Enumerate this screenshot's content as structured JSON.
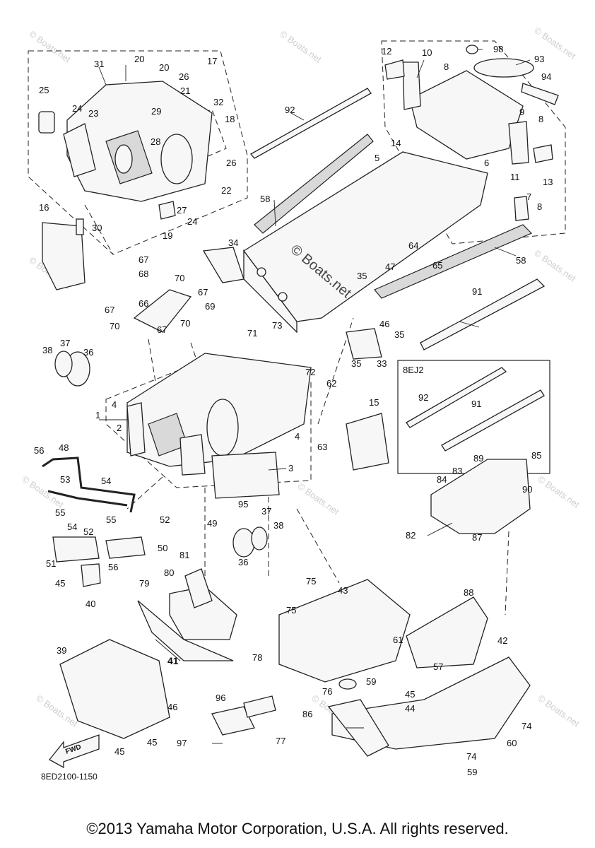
{
  "watermark": "© Boats.net",
  "center_watermark": "© Boats.net",
  "inset_label": "8EJ2",
  "fwd_label": "FWD",
  "diagram_code": "8ED2100-1150",
  "copyright": "©2013 Yamaha Motor Corporation, U.S.A. All rights reserved.",
  "labels": {
    "p1": "1",
    "p2": "2",
    "p3": "3",
    "p4a": "4",
    "p4b": "4",
    "p5": "5",
    "p6": "6",
    "p7": "7",
    "p8a": "8",
    "p8b": "8",
    "p8c": "8",
    "p9": "9",
    "p10": "10",
    "p11": "11",
    "p12": "12",
    "p13": "13",
    "p14": "14",
    "p15": "15",
    "p16": "16",
    "p17": "17",
    "p18": "18",
    "p19": "19",
    "p20a": "20",
    "p20b": "20",
    "p21": "21",
    "p22": "22",
    "p23": "23",
    "p24a": "24",
    "p24b": "24",
    "p25": "25",
    "p26a": "26",
    "p26b": "26",
    "p27": "27",
    "p28": "28",
    "p29": "29",
    "p30": "30",
    "p31": "31",
    "p32": "32",
    "p33": "33",
    "p34": "34",
    "p35a": "35",
    "p35b": "35",
    "p35c": "35",
    "p36a": "36",
    "p36b": "36",
    "p37a": "37",
    "p37b": "37",
    "p38a": "38",
    "p38b": "38",
    "p39": "39",
    "p40": "40",
    "p41": "41",
    "p42": "42",
    "p43": "43",
    "p44": "44",
    "p45a": "45",
    "p45b": "45",
    "p45c": "45",
    "p45d": "45",
    "p46a": "46",
    "p46b": "46",
    "p47": "47",
    "p48": "48",
    "p49": "49",
    "p50": "50",
    "p51": "51",
    "p52a": "52",
    "p52b": "52",
    "p53": "53",
    "p54a": "54",
    "p54b": "54",
    "p55a": "55",
    "p55b": "55",
    "p56a": "56",
    "p56b": "56",
    "p57": "57",
    "p58a": "58",
    "p58b": "58",
    "p59a": "59",
    "p59b": "59",
    "p60": "60",
    "p61": "61",
    "p62": "62",
    "p63": "63",
    "p64": "64",
    "p65": "65",
    "p66": "66",
    "p67a": "67",
    "p67b": "67",
    "p67c": "67",
    "p67d": "67",
    "p68": "68",
    "p69": "69",
    "p70a": "70",
    "p70b": "70",
    "p70c": "70",
    "p71": "71",
    "p72": "72",
    "p73": "73",
    "p74a": "74",
    "p74b": "74",
    "p75a": "75",
    "p75b": "75",
    "p76": "76",
    "p77": "77",
    "p78": "78",
    "p79": "79",
    "p80": "80",
    "p81": "81",
    "p82": "82",
    "p83": "83",
    "p84": "84",
    "p85": "85",
    "p86": "86",
    "p87": "87",
    "p88": "88",
    "p89": "89",
    "p90": "90",
    "p91a": "91",
    "p91b": "91",
    "p92a": "92",
    "p92b": "92",
    "p93": "93",
    "p94": "94",
    "p95": "95",
    "p96": "96",
    "p97": "97",
    "p98": "98"
  }
}
